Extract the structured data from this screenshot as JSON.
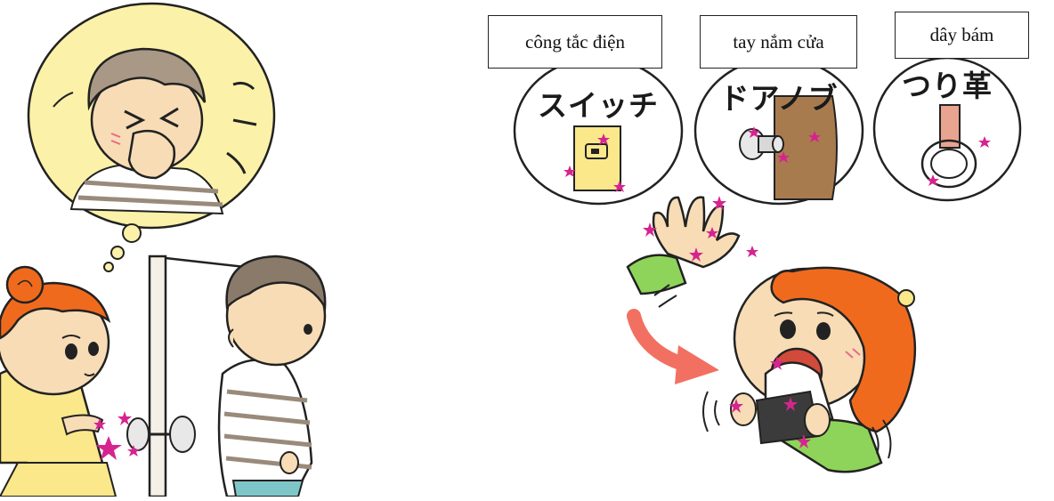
{
  "labels": {
    "switch": "công tắc điện",
    "door_knob": "tay nắm cửa",
    "strap": "dây bám"
  },
  "circle_titles": {
    "switch": "スイッチ",
    "door_knob": "ドアノブ",
    "strap": "つり革"
  },
  "colors": {
    "thought_bubble": "#fbf1a8",
    "germ_magenta": "#d6248f",
    "hair_orange": "#f06a1e",
    "arrow_coral": "#f27061",
    "sleeve_green": "#8fd45a",
    "door_brown": "#a87b4f",
    "switch_yellow": "#fbe88b",
    "strap_pink": "#e8a48f",
    "skin": "#f7dcb6"
  }
}
